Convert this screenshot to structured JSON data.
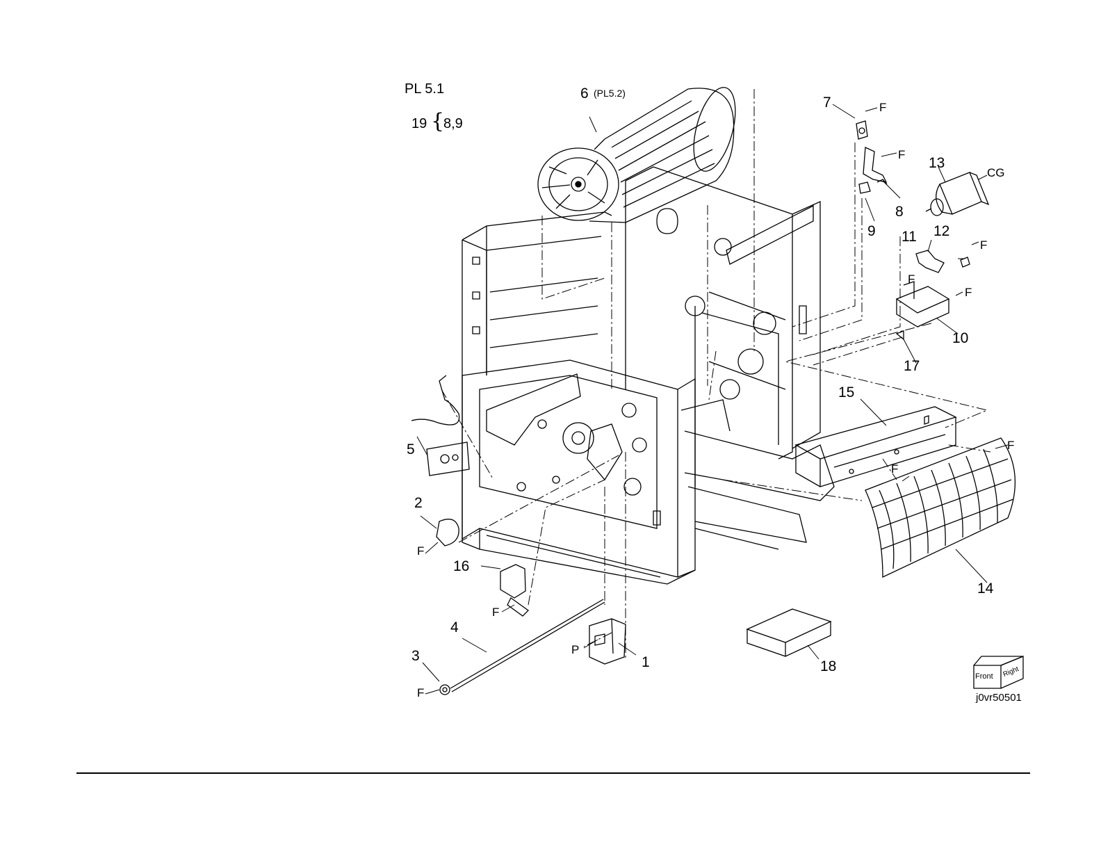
{
  "plate": {
    "title": "PL 5.1",
    "group": {
      "number": "19",
      "brace": "{",
      "items": "8,9"
    },
    "drawing_code": "j0vr50501"
  },
  "callouts": [
    {
      "id": "c1",
      "label": "1"
    },
    {
      "id": "c2",
      "label": "2"
    },
    {
      "id": "c3",
      "label": "3"
    },
    {
      "id": "c4",
      "label": "4"
    },
    {
      "id": "c5",
      "label": "5"
    },
    {
      "id": "c6",
      "label": "6"
    },
    {
      "id": "c7",
      "label": "7"
    },
    {
      "id": "c8",
      "label": "8"
    },
    {
      "id": "c9",
      "label": "9"
    },
    {
      "id": "c10",
      "label": "10"
    },
    {
      "id": "c11",
      "label": "11"
    },
    {
      "id": "c12",
      "label": "12"
    },
    {
      "id": "c13",
      "label": "13"
    },
    {
      "id": "c14",
      "label": "14"
    },
    {
      "id": "c15",
      "label": "15"
    },
    {
      "id": "c16",
      "label": "16"
    },
    {
      "id": "c17",
      "label": "17"
    },
    {
      "id": "c18",
      "label": "18"
    }
  ],
  "reference_6": "(PL5.2)",
  "fastener_letters": {
    "F": "F",
    "P": "P",
    "CG": "CG"
  },
  "orientation_cube": {
    "front": "Front",
    "right": "Right"
  }
}
